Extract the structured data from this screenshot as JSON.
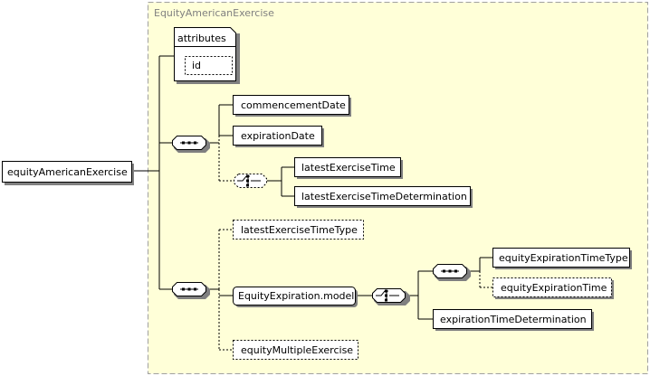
{
  "type_group": {
    "title": "EquityAmericanExercise",
    "fill_color": "#ffffd8",
    "border_color": "#a0a0a0"
  },
  "root": {
    "label": "equityAmericanExercise"
  },
  "attributes": {
    "label": "attributes",
    "items": [
      {
        "label": "id",
        "optional": true
      }
    ]
  },
  "compositors": [
    {
      "kind": "sequence",
      "icon": "sequence-icon"
    },
    {
      "kind": "choice",
      "icon": "choice-icon",
      "optional": true
    },
    {
      "kind": "sequence",
      "icon": "sequence-icon"
    },
    {
      "kind": "choice",
      "icon": "choice-icon"
    },
    {
      "kind": "sequence",
      "icon": "sequence-icon"
    }
  ],
  "elements": [
    {
      "label": "commencementDate",
      "optional": false
    },
    {
      "label": "expirationDate",
      "optional": false
    },
    {
      "label": "latestExerciseTime",
      "optional": false
    },
    {
      "label": "latestExerciseTimeDetermination",
      "optional": false
    },
    {
      "label": "latestExerciseTimeType",
      "optional": true
    },
    {
      "label": "EquityExpiration.model",
      "optional": false,
      "is_group": true
    },
    {
      "label": "equityExpirationTimeType",
      "optional": false
    },
    {
      "label": "equityExpirationTime",
      "optional": true
    },
    {
      "label": "expirationTimeDetermination",
      "optional": false
    },
    {
      "label": "equityMultipleExercise",
      "optional": true
    }
  ]
}
